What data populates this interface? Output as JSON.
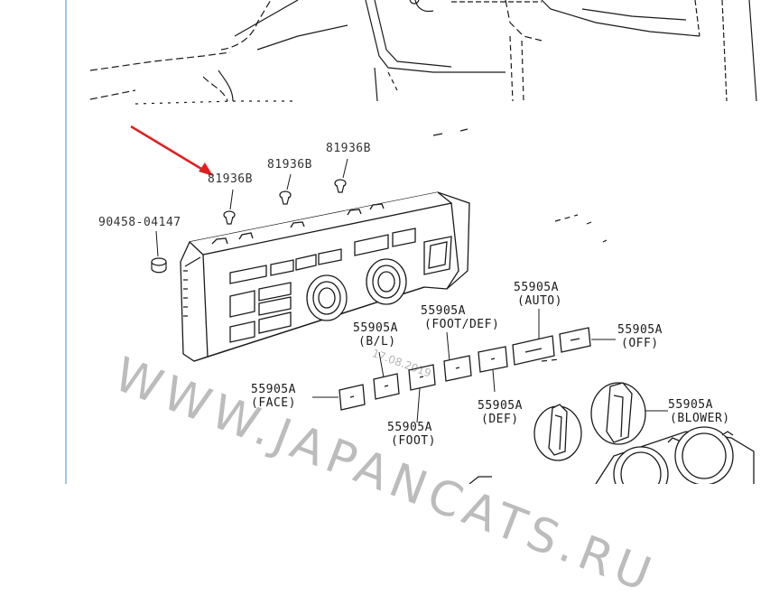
{
  "labels": {
    "clip_90458": "90458-04147",
    "screw_81936b_1": "81936B",
    "screw_81936b_2": "81936B",
    "screw_81936b_3": "81936B",
    "knob_face_pn": "55905A",
    "knob_face_desc": "(FACE)",
    "knob_bl_pn": "55905A",
    "knob_bl_desc": "(B/L)",
    "knob_foot_pn": "55905A",
    "knob_foot_desc": "(FOOT)",
    "knob_footdef_pn": "55905A",
    "knob_footdef_desc": "(FOOT/DEF)",
    "knob_def_pn": "55905A",
    "knob_def_desc": "(DEF)",
    "knob_auto_pn": "55905A",
    "knob_auto_desc": "(AUTO)",
    "knob_off_pn": "55905A",
    "knob_off_desc": "(OFF)",
    "knob_blower_pn": "55905A",
    "knob_blower_desc": "(BLOWER)"
  },
  "watermark": {
    "site": "WWW.JAPANCATS.RU",
    "date": "17.08.2019"
  },
  "colors": {
    "line": "#1a1a1a",
    "arrow": "#e02020",
    "left_border": "#7fb2dc"
  }
}
